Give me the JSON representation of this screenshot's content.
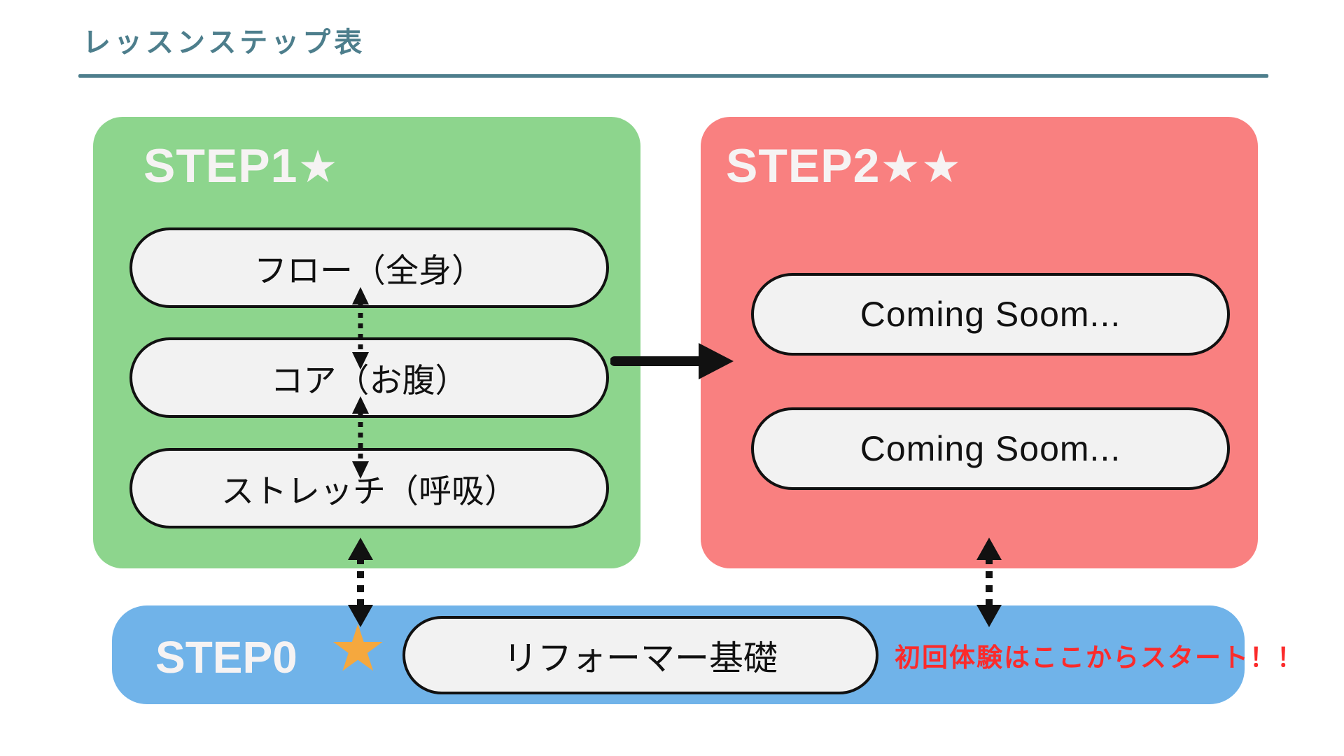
{
  "title": {
    "text": "レッスンステップ表"
  },
  "colors": {
    "accent_teal": "#4D7E8C",
    "green": "#8DD58D",
    "red": "#F98080",
    "blue": "#70B3E9",
    "pill_fill": "#F2F2F2",
    "pill_border": "#111111",
    "label_text": "#F6F3F3",
    "star_orange": "#F5A83E",
    "note_red": "#FB2B2B",
    "arrow_black": "#111111"
  },
  "step1": {
    "label": "STEP1",
    "stars": "★",
    "pills": [
      "フロー（全身）",
      "コア（お腹）",
      "ストレッチ（呼吸）"
    ]
  },
  "step2": {
    "label": "STEP2",
    "stars": "★★",
    "pills": [
      "Coming Soom...",
      "Coming Soom..."
    ]
  },
  "step0": {
    "label": "STEP0",
    "star": "★",
    "pill": "リフォーマー基礎",
    "note": "初回体験はここからスタート！！"
  }
}
